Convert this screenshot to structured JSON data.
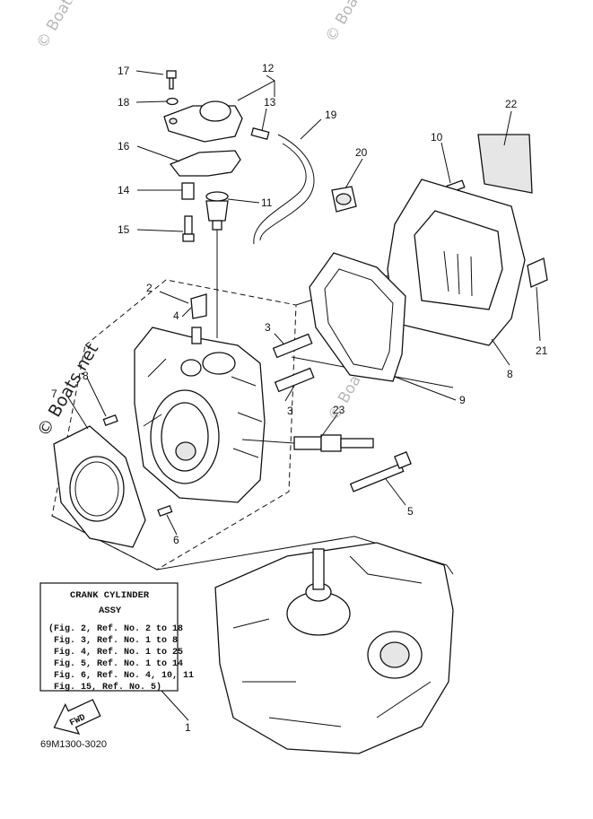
{
  "watermarks": [
    "© Boats.net",
    "© Boats.net",
    "© Boats.net",
    "© Boats.net"
  ],
  "callouts": [
    "1",
    "2",
    "3",
    "3",
    "4",
    "5",
    "6",
    "7",
    "8",
    "8",
    "9",
    "10",
    "11",
    "12",
    "13",
    "14",
    "15",
    "16",
    "17",
    "18",
    "19",
    "20",
    "21",
    "22",
    "23"
  ],
  "info_box": {
    "title_line1": "CRANK CYLINDER",
    "title_line2": "ASSY",
    "lines": [
      "(Fig. 2, Ref. No. 2 to 18",
      " Fig. 3, Ref. No. 1 to 8",
      " Fig. 4, Ref. No. 1 to 25",
      " Fig. 5, Ref. No. 1 to 14",
      " Fig. 6, Ref. No. 4, 10, 11",
      " Fig. 15, Ref. No. 5)"
    ]
  },
  "fwd_label": "FWD",
  "diagram_code": "69M1300-3020"
}
